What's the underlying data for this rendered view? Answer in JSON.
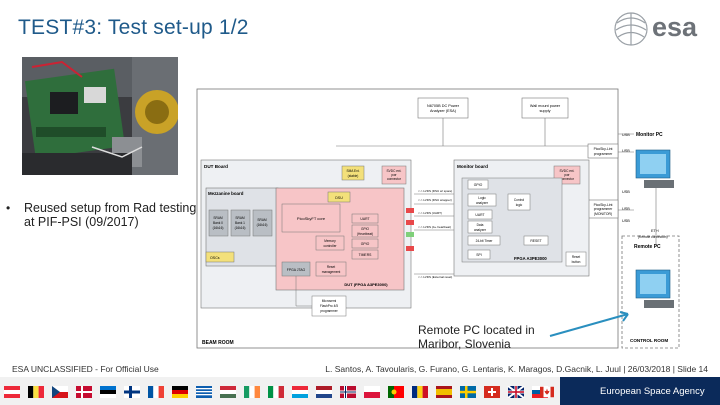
{
  "slide": {
    "title": "TEST#3: Test set-up 1/2",
    "logo_text": "esa",
    "bullet_marker": "•",
    "bullet_text": "Reused setup from Rad testing at PIF-PSI (09/2017)",
    "remote_note_line1": "Remote PC located in",
    "remote_note_line2": "Maribor, Slovenia"
  },
  "diagram": {
    "power_analyzer": [
      "N6705B DC Power",
      "Analyzer (ESA)"
    ],
    "wall_supply": [
      "Wall mount power",
      "supply"
    ],
    "usb_labels": [
      "USB",
      "USB",
      "USB",
      "USB",
      "USB"
    ],
    "monitor_pc": "Monitor PC",
    "picosky_top": [
      "PicoSky-Lint",
      "programmer"
    ],
    "picosky_monitor": [
      "PicoSky-Lint",
      "programmer",
      "(MONITOR)"
    ],
    "eth": [
      "ETH",
      "(Remote connection)"
    ],
    "remote_pc": "Remote PC",
    "control_room": "CONTROL ROOM",
    "beam_room": "BEAM ROOM",
    "dut_board": "DUT Board",
    "monitor_board": "Monitor board",
    "mezzanine_board": "Mezzanine board",
    "sram_blocks": [
      [
        "SRAM",
        "Bank 0",
        "(16k16)"
      ],
      [
        "SRAM",
        "Bank 1",
        "(16k16)"
      ],
      [
        "SRAM",
        "(16k16)"
      ]
    ],
    "dsu": "DSU",
    "cpu_core": "PicoSkyFT core",
    "uart": "UART",
    "gpio_heartbeat": [
      "GPIO",
      "(Heartbeat)"
    ],
    "gpio": "GPIO",
    "timers": "TIMERS",
    "memory_controller": [
      "Memory",
      "controller"
    ],
    "fpga_jtag": "FPGA JTAG",
    "reset_mgmt": [
      "Reset",
      "management"
    ],
    "dut_fpga": "DUT (FPGA A3PE3000)",
    "ssa": [
      "SMA Ext.",
      "(stable)"
    ],
    "svdc_dut": [
      "SVDC ext.",
      "pwr",
      "connector"
    ],
    "svdc_mon": [
      "SVDC ext.",
      "pwr",
      "connector"
    ],
    "oscs": "OSCs",
    "mon_gpio": "GPIO",
    "logic_analyzer": [
      "Logic",
      "analyzer"
    ],
    "control_logic": [
      "Control",
      "logic"
    ],
    "mon_uart": "UART",
    "data_analyzer": [
      "Data",
      "analyzer"
    ],
    "timer_24bit": "24-bit Timer",
    "spi": "SPI",
    "reset": "RESET",
    "reset_button": [
      "Reset",
      "button"
    ],
    "mon_fpga": "FPGA A3PE3000",
    "microsemi": [
      "Microsemi",
      "FlashPro 4/5",
      "programmer"
    ],
    "signals": [
      "<-> LVDS (DSU w/ spare)",
      "<-> LVDS (DSU wrapper)",
      "<-> LVDS (UART)",
      "<-> LVDS (A+ heartbeat)",
      "<-> LVDS (External reset)"
    ]
  },
  "footer": {
    "classification": "ESA UNCLASSIFIED - For Official Use",
    "credits": "L. Santos, A. Tavoularis, G. Furano, G. Lentaris, K. Maragos, D.Gacnik, L. Juul | 26/03/2018 | Slide 14",
    "agency": "European Space Agency"
  },
  "colors": {
    "title": "#1f5a8a",
    "dut_fill": "#f7c5c7",
    "board_fill": "#e8eaee",
    "grey_block": "#b9bec4",
    "yellow_block": "#f3e07a",
    "green_block": "#7fd07a",
    "red_block": "#e8484a",
    "dark_blue_bar": "#0b2a5a"
  }
}
